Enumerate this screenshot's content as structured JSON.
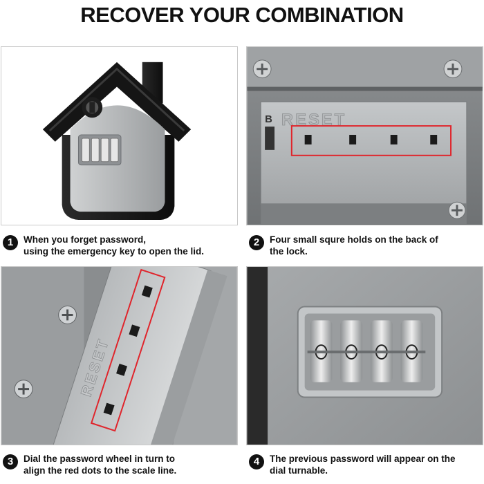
{
  "title": "RECOVER YOUR COMBINATION",
  "steps": [
    {
      "number": "1",
      "line1": "When you forget password,",
      "line2": "using the emergency key to open the lid."
    },
    {
      "number": "2",
      "line1": "Four small squre holds on the back of",
      "line2": "the lock."
    },
    {
      "number": "3",
      "line1": "Dial the password wheel in turn to",
      "line2": "align the red dots to the scale line."
    },
    {
      "number": "4",
      "line1": "The previous password will appear on the",
      "line2": "dial turnable."
    }
  ],
  "labels": {
    "reset": "RESET",
    "b": "B",
    "dial_digit": "0"
  },
  "colors": {
    "highlight": "#e0242b",
    "metal": "#a9acae",
    "body": "#1b1b1b"
  }
}
